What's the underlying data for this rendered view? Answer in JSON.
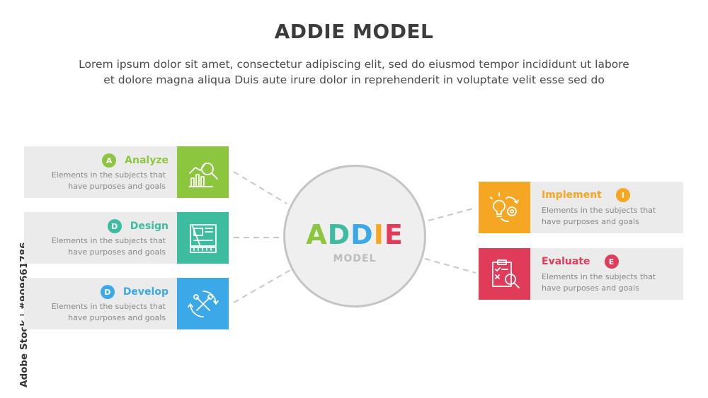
{
  "title": "ADDIE MODEL",
  "subtitle_line1": "Lorem ipsum dolor sit amet, consectetur adipiscing elit, sed do eiusmod tempor incididunt ut labore",
  "subtitle_line2": "et dolore magna aliqua Duis aute irure dolor in reprehenderit in voluptate velit esse sed do",
  "watermark": "Adobe Stock | #909661786",
  "center": {
    "letters": [
      {
        "char": "A",
        "color": "#8cc63f"
      },
      {
        "char": "D",
        "color": "#3dbca0"
      },
      {
        "char": "D",
        "color": "#3ba8e8"
      },
      {
        "char": "I",
        "color": "#f5a623"
      },
      {
        "char": "E",
        "color": "#e03c5a"
      }
    ],
    "sub": "MODEL"
  },
  "steps": [
    {
      "badge": "A",
      "title": "Analyze",
      "line1": "Elements in the subjects that",
      "line2": "have purposes and goals",
      "color": "#8cc63f",
      "icon": "analytics-magnifier-icon"
    },
    {
      "badge": "D",
      "title": "Design",
      "line1": "Elements in the subjects that",
      "line2": "have purposes and goals",
      "color": "#3dbca0",
      "icon": "blueprint-ruler-icon"
    },
    {
      "badge": "D",
      "title": "Develop",
      "line1": "Elements in the subjects that",
      "line2": "have purposes and goals",
      "color": "#3ba8e8",
      "icon": "tools-cycle-icon"
    },
    {
      "badge": "I",
      "title": "Implement",
      "line1": "Elements in the subjects that",
      "line2": "have purposes and goals",
      "color": "#f5a623",
      "icon": "idea-gear-icon"
    },
    {
      "badge": "E",
      "title": "Evaluate",
      "line1": "Elements in the subjects that",
      "line2": "have purposes and goals",
      "color": "#e03c5a",
      "icon": "checklist-magnifier-icon"
    }
  ]
}
